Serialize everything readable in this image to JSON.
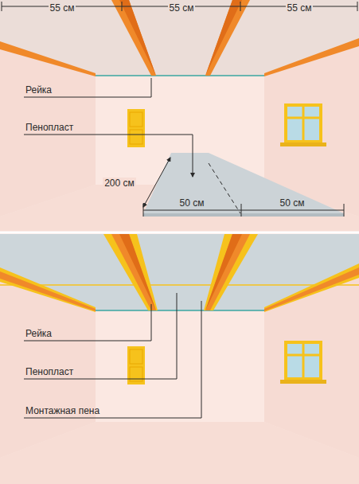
{
  "diagram": {
    "labels": [
      "55 см",
      "55 см",
      "55 см",
      "Рейка",
      "Пенопласт",
      "200 см",
      "50 см",
      "50 см",
      "Рейка",
      "Пенопласт",
      "Монтажная пена"
    ]
  }
}
